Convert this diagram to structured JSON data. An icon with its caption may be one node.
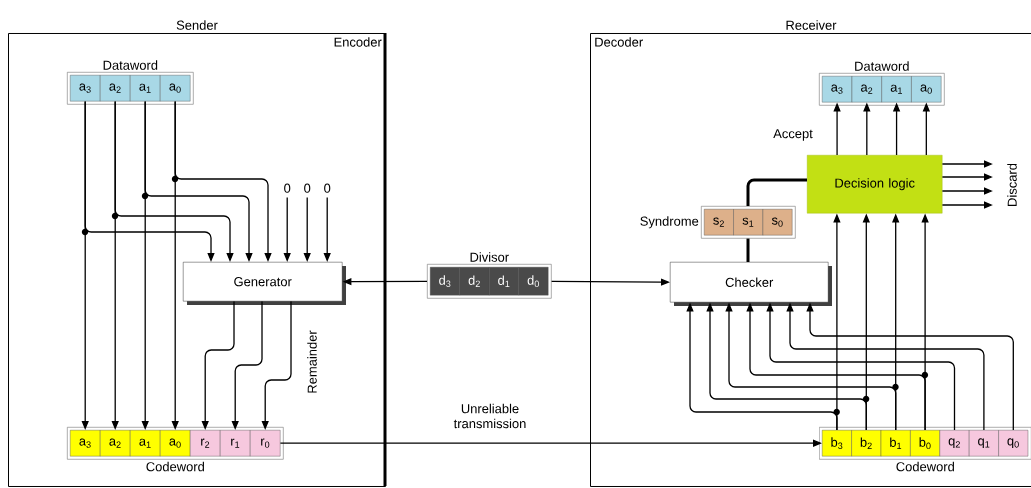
{
  "diagram": {
    "nodes": [
      {
        "text": [
          "Sender",
          "Encoder"
        ]
      },
      {
        "text": [
          "Dataword"
        ],
        "in": 0
      },
      {
        "text": [
          "a$_{3}$"
        ],
        "in": 1
      },
      {
        "text": [
          "a$_{2}$"
        ],
        "in": 1
      },
      {
        "text": [
          "a$_{1}$"
        ],
        "in": 1
      },
      {
        "text": [
          "a$_{0}$"
        ],
        "in": 1
      },
      {
        "text": [
          "0"
        ],
        "in": 0
      },
      {
        "text": [
          "0"
        ],
        "in": 0
      },
      {
        "text": [
          "0"
        ],
        "in": 0
      },
      {
        "text": [
          "Generator"
        ],
        "in": 0
      },
      {
        "text": [
          "Codeword"
        ],
        "in": 0
      },
      {
        "text": [
          "a$_{3}$"
        ],
        "in": 10
      },
      {
        "text": [
          "a$_{2}$"
        ],
        "in": 10
      },
      {
        "text": [
          "a$_{1}$"
        ],
        "in": 10
      },
      {
        "text": [
          "a$_{0}$"
        ],
        "in": 10
      },
      {
        "text": [
          "r$_{2}$"
        ],
        "in": 10
      },
      {
        "text": [
          "r$_{1}$"
        ],
        "in": 10
      },
      {
        "text": [
          "r$_{0}$"
        ],
        "in": 10
      },
      {
        "text": [
          "Divisor"
        ]
      },
      {
        "text": [
          "d$_{3}$"
        ],
        "in": 18
      },
      {
        "text": [
          "d$_{2}$"
        ],
        "in": 18
      },
      {
        "text": [
          "d$_{1}$"
        ],
        "in": 18
      },
      {
        "text": [
          "d$_{0}$"
        ],
        "in": 18
      },
      {
        "text": [
          "Receiver",
          "Decoder"
        ]
      },
      {
        "text": [
          "Dataword"
        ],
        "in": 23
      },
      {
        "text": [
          "a$_{3}$"
        ],
        "in": 24
      },
      {
        "text": [
          "a$_{2}$"
        ],
        "in": 24
      },
      {
        "text": [
          "a$_{1}$"
        ],
        "in": 24
      },
      {
        "text": [
          "a$_{0}$"
        ],
        "in": 24
      },
      {
        "text": [
          "Decision logic"
        ],
        "in": 23
      },
      {
        "text": [
          "Syndrome"
        ],
        "in": 23
      },
      {
        "text": [
          "s$_{2}$"
        ],
        "in": 30
      },
      {
        "text": [
          "s$_{1}$"
        ],
        "in": 30
      },
      {
        "text": [
          "s$_{0}$"
        ],
        "in": 30
      },
      {
        "text": [
          "Checker"
        ],
        "in": 23
      },
      {
        "text": [
          "Codeword"
        ],
        "in": 23
      },
      {
        "text": [
          "b$_{3}$"
        ],
        "in": 35
      },
      {
        "text": [
          "b$_{2}$"
        ],
        "in": 35
      },
      {
        "text": [
          "b$_{1}$"
        ],
        "in": 35
      },
      {
        "text": [
          "b$_{0}$"
        ],
        "in": 35
      },
      {
        "text": [
          "q$_{2}$"
        ],
        "in": 35
      },
      {
        "text": [
          "q$_{1}$"
        ],
        "in": 35
      },
      {
        "text": [
          "q$_{0}$"
        ],
        "in": 35
      }
    ],
    "edges": [
      {
        "from": 2,
        "to": 11,
        "arrow": "to"
      },
      {
        "from": 3,
        "to": 12,
        "arrow": "to"
      },
      {
        "from": 4,
        "to": 13,
        "arrow": "to"
      },
      {
        "from": 5,
        "to": 14,
        "arrow": "to"
      },
      {
        "from": 2,
        "to": 9,
        "arrow": "to"
      },
      {
        "from": 3,
        "to": 9,
        "arrow": "to"
      },
      {
        "from": 4,
        "to": 9,
        "arrow": "to"
      },
      {
        "from": 5,
        "to": 9,
        "arrow": "to"
      },
      {
        "from": 6,
        "to": 9,
        "arrow": "to"
      },
      {
        "from": 7,
        "to": 9,
        "arrow": "to"
      },
      {
        "from": 8,
        "to": 9,
        "arrow": "to"
      },
      {
        "from": 9,
        "to": 15,
        "arrow": "to"
      },
      {
        "from": 9,
        "to": 16,
        "arrow": "to"
      },
      {
        "from": 9,
        "to": 17,
        "arrow": "to"
      },
      {
        "from": 18,
        "to": 9,
        "arrow": "to"
      },
      {
        "from": 18,
        "to": 34,
        "arrow": "to"
      },
      {
        "from": 17,
        "to": 36,
        "arrow": "to",
        "label": "Unreliable transmission"
      },
      {
        "from": 36,
        "to": 29,
        "arrow": "to"
      },
      {
        "from": 37,
        "to": 29,
        "arrow": "to"
      },
      {
        "from": 38,
        "to": 29,
        "arrow": "to"
      },
      {
        "from": 39,
        "to": 29,
        "arrow": "to"
      },
      {
        "from": 36,
        "to": 34,
        "arrow": "to"
      },
      {
        "from": 37,
        "to": 34,
        "arrow": "to"
      },
      {
        "from": 38,
        "to": 34,
        "arrow": "to"
      },
      {
        "from": 39,
        "to": 34,
        "arrow": "to"
      },
      {
        "from": 40,
        "to": 34,
        "arrow": "to"
      },
      {
        "from": 41,
        "to": 34,
        "arrow": "to"
      },
      {
        "from": 42,
        "to": 34,
        "arrow": "to"
      },
      {
        "from": 34,
        "to": 30,
        "arrow": "none",
        "style": "thick"
      },
      {
        "from": 30,
        "to": 29,
        "arrow": "none",
        "style": "thick"
      },
      {
        "from": 29,
        "to": 25,
        "arrow": "to"
      },
      {
        "from": 29,
        "to": 26,
        "arrow": "to"
      },
      {
        "from": 29,
        "to": 27,
        "arrow": "to"
      },
      {
        "from": 29,
        "to": 28,
        "arrow": "to"
      },
      {
        "from": 29,
        "to": null,
        "arrow": "to"
      },
      {
        "from": 29,
        "to": null,
        "arrow": "to"
      },
      {
        "from": 29,
        "to": null,
        "arrow": "to"
      },
      {
        "from": 29,
        "to": null,
        "arrow": "to"
      }
    ],
    "labels": [
      "Remainder",
      "Accept",
      "Discard"
    ]
  }
}
